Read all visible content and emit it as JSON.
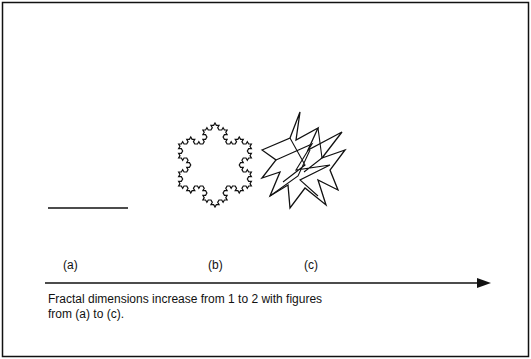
{
  "diagram": {
    "labels": [
      "(a)",
      "(b)",
      "(c)",
      "Fractal dimensions increase from 1 to 2 with figures from (a) to (c)."
    ]
  }
}
